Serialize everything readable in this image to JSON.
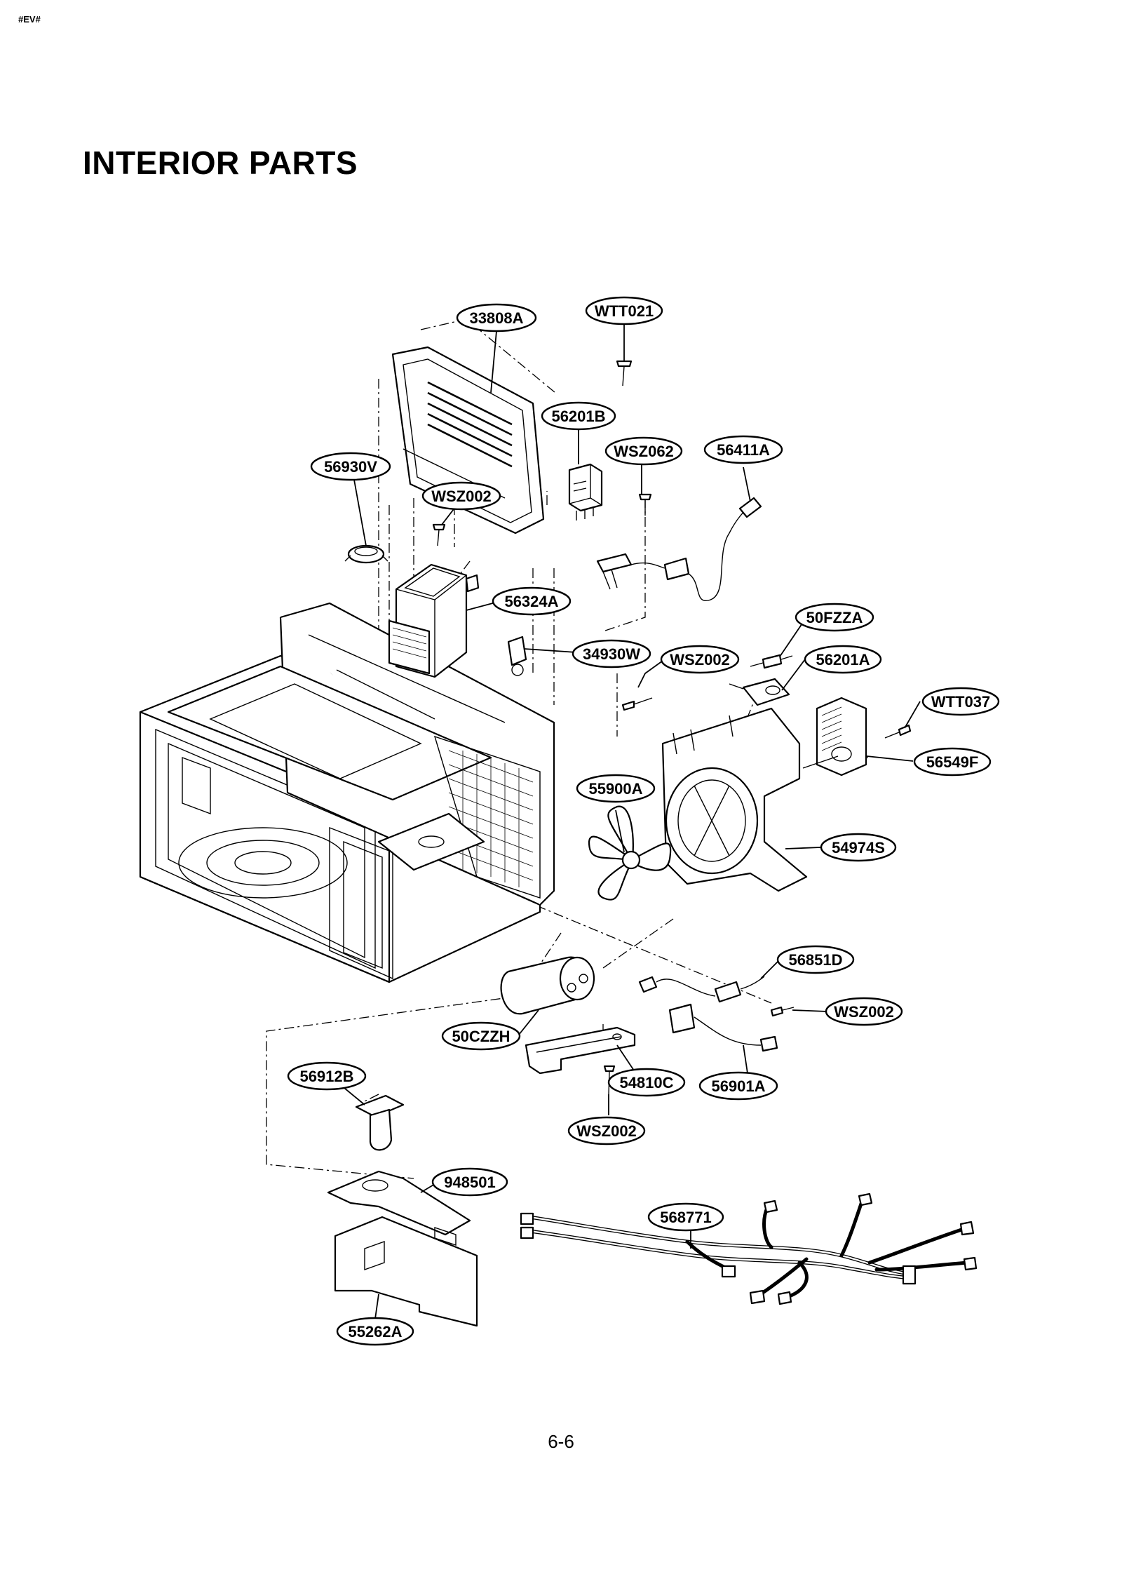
{
  "header": {
    "tag": "#EV#",
    "title": "INTERIOR PARTS"
  },
  "footer": {
    "page_number": "6-6"
  },
  "parts": {
    "p33808A": "33808A",
    "pWTT021": "WTT021",
    "p56201B": "56201B",
    "pWSZ062": "WSZ062",
    "p56411A": "56411A",
    "p56930V": "56930V",
    "pWSZ002_a": "WSZ002",
    "p56324A": "56324A",
    "p50FZZA": "50FZZA",
    "p34930W": "34930W",
    "pWSZ002_b": "WSZ002",
    "p56201A": "56201A",
    "pWTT037": "WTT037",
    "p56549F": "56549F",
    "p55900A": "55900A",
    "p54974S": "54974S",
    "p56851D": "56851D",
    "pWSZ002_c": "WSZ002",
    "p50CZZH": "50CZZH",
    "p56912B": "56912B",
    "p54810C": "54810C",
    "p56901A": "56901A",
    "pWSZ002_d": "WSZ002",
    "p948501": "948501",
    "p568771": "568771",
    "p55262A": "55262A"
  }
}
